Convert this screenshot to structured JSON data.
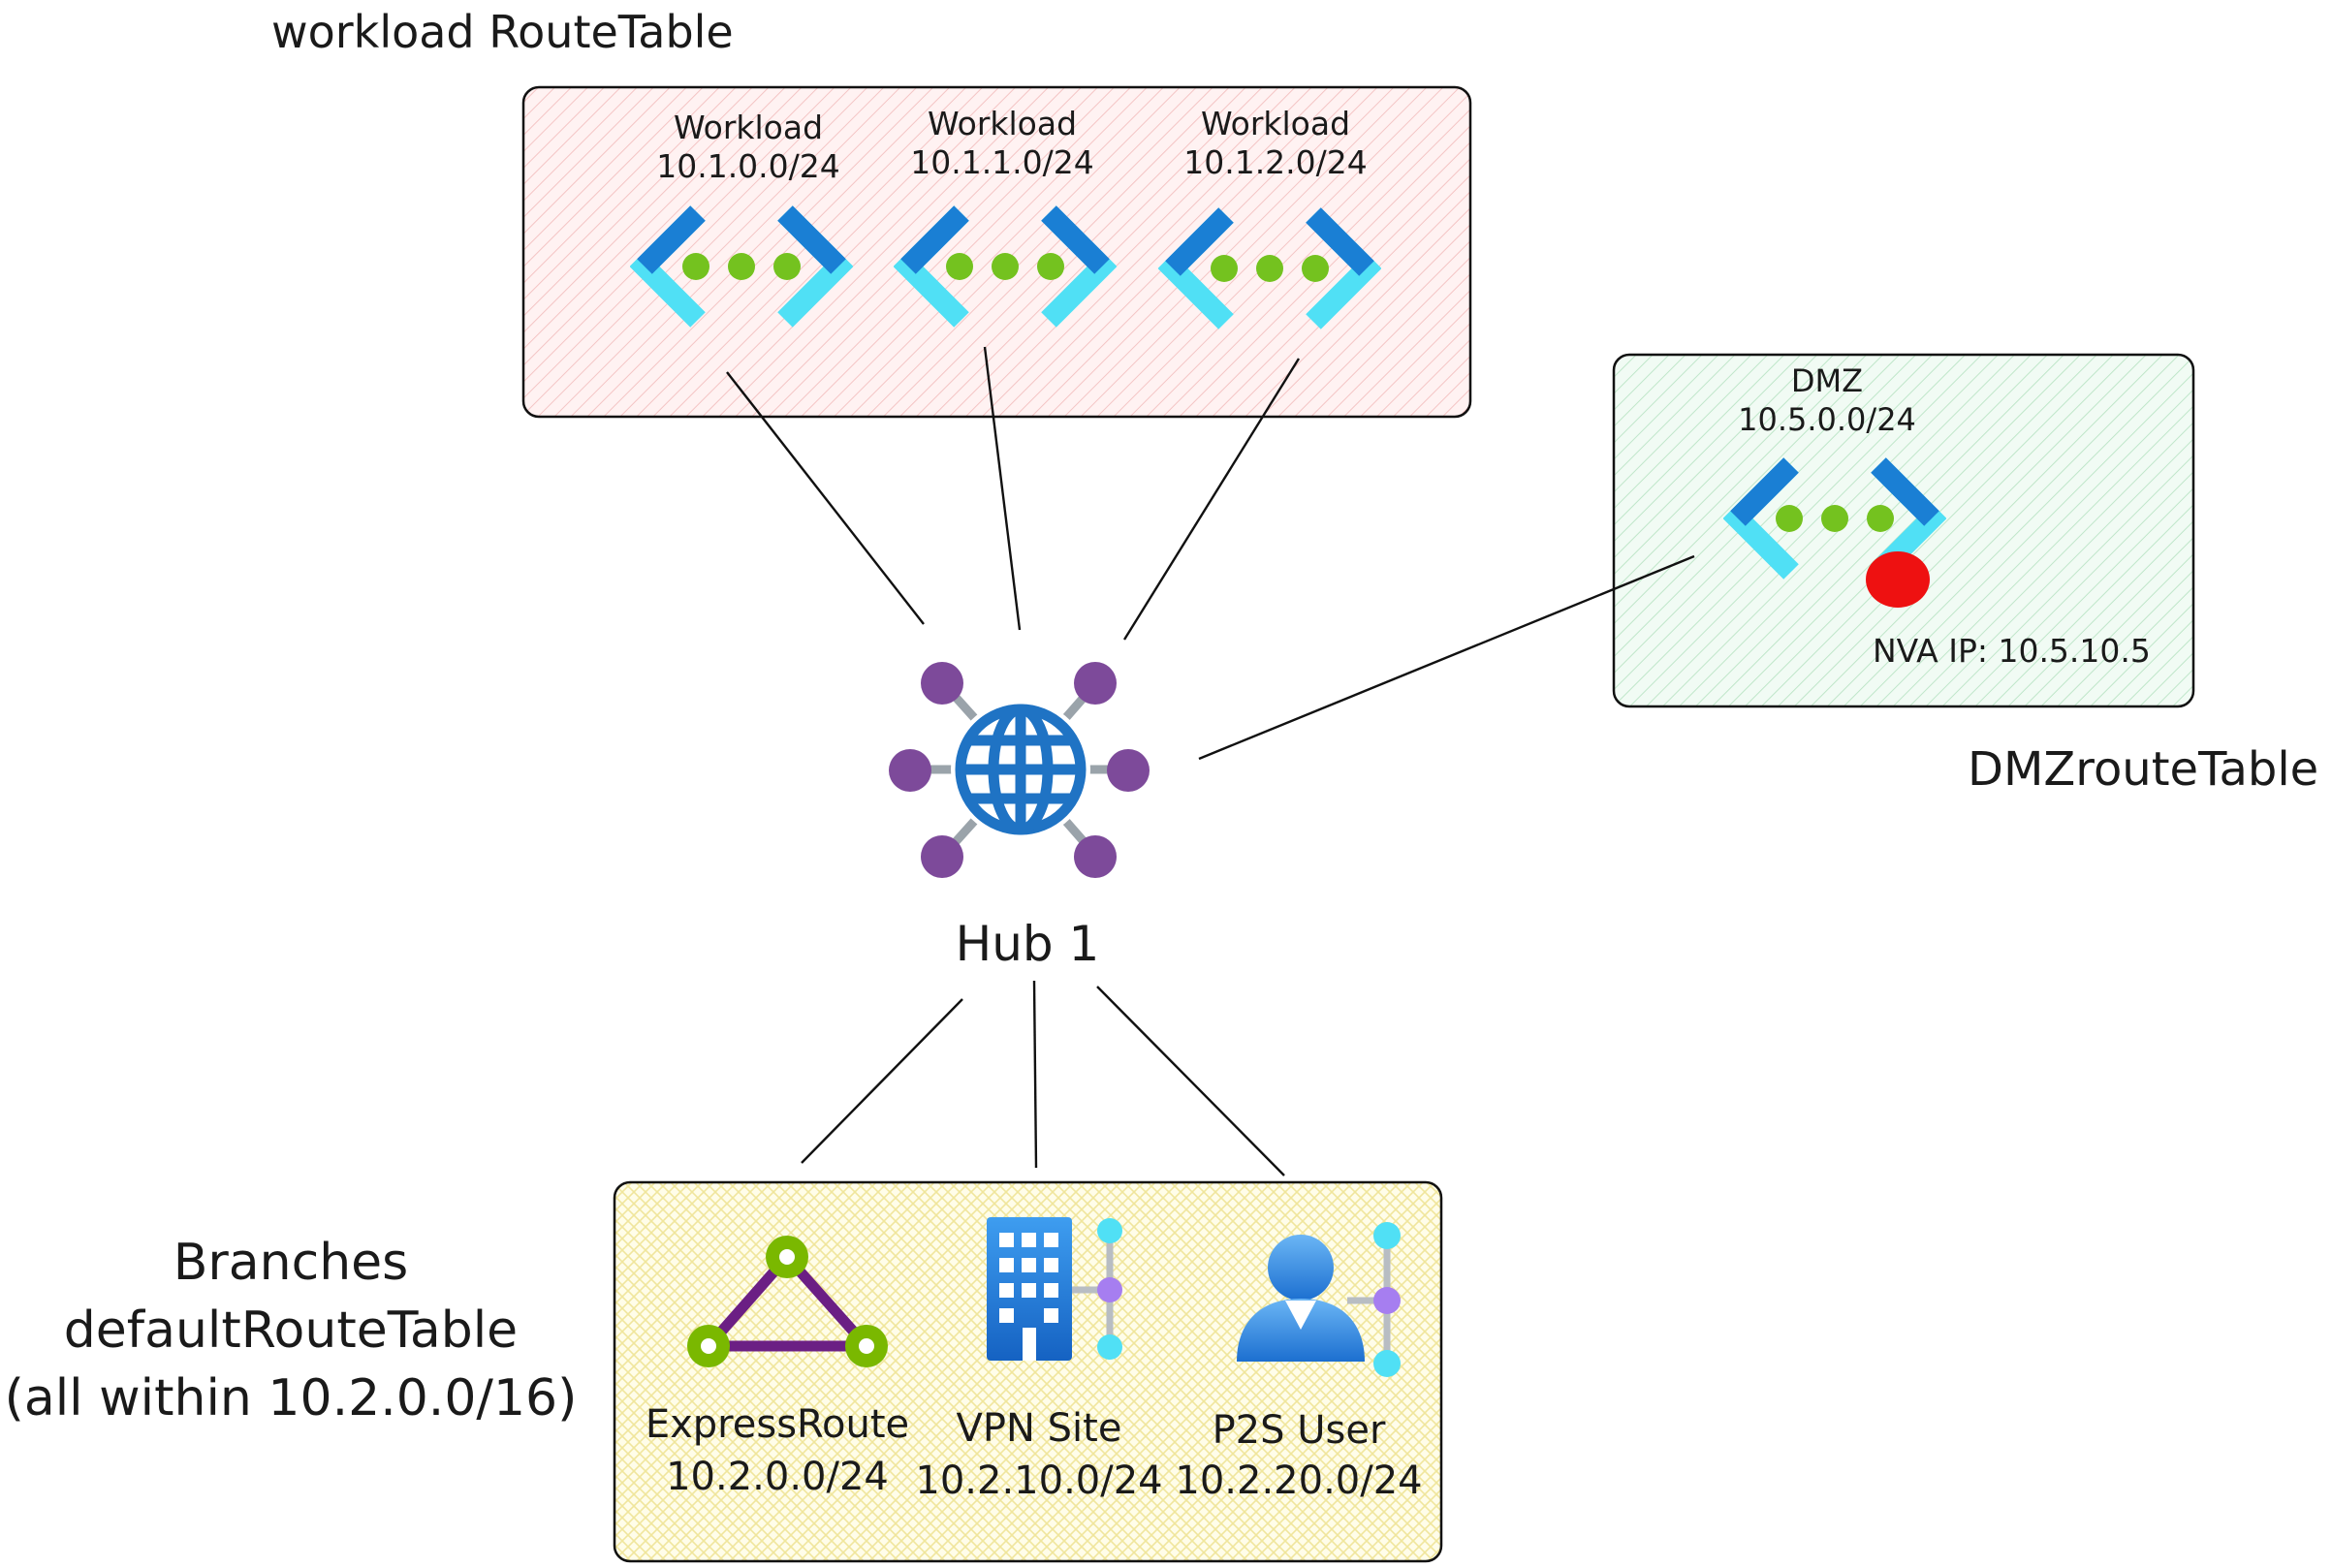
{
  "groups": {
    "workload": {
      "title": "workload RouteTable",
      "vnets": [
        {
          "name": "Workload",
          "prefix": "10.1.0.0/24"
        },
        {
          "name": "Workload",
          "prefix": "10.1.1.0/24"
        },
        {
          "name": "Workload",
          "prefix": "10.1.2.0/24"
        }
      ]
    },
    "dmz": {
      "title": "DMZrouteTable",
      "vnet": {
        "name": "DMZ",
        "prefix": "10.5.0.0/24"
      },
      "nva_label": "NVA IP: 10.5.10.5"
    },
    "branches": {
      "title_lines": [
        "Branches",
        "defaultRouteTable",
        "(all within 10.2.0.0/16)"
      ],
      "items": [
        {
          "name": "ExpressRoute",
          "prefix": "10.2.0.0/24",
          "icon": "expressroute-icon"
        },
        {
          "name": "VPN Site",
          "prefix": "10.2.10.0/24",
          "icon": "building-icon"
        },
        {
          "name": "P2S User",
          "prefix": "10.2.20.0/24",
          "icon": "user-icon"
        }
      ]
    }
  },
  "hub": {
    "label": "Hub 1",
    "icon": "virtual-hub-globe-icon"
  },
  "colors": {
    "workload_fill": "#fff2f2",
    "workload_hatch": "#f6c8c8",
    "dmz_fill": "#f1fbf4",
    "dmz_hatch": "#bfe6c9",
    "branch_fill": "#fffde9",
    "branch_hatch": "#efe59b",
    "vnet_dark": "#1a7fd4",
    "vnet_light": "#50e0f5",
    "vnet_dot": "#6cbc1e",
    "hub_purple": "#7d4a9a",
    "hub_blue": "#1f73c4",
    "nva_red": "#ee1111",
    "expressroute_purple": "#6b1f84",
    "expressroute_green": "#7ab800"
  }
}
